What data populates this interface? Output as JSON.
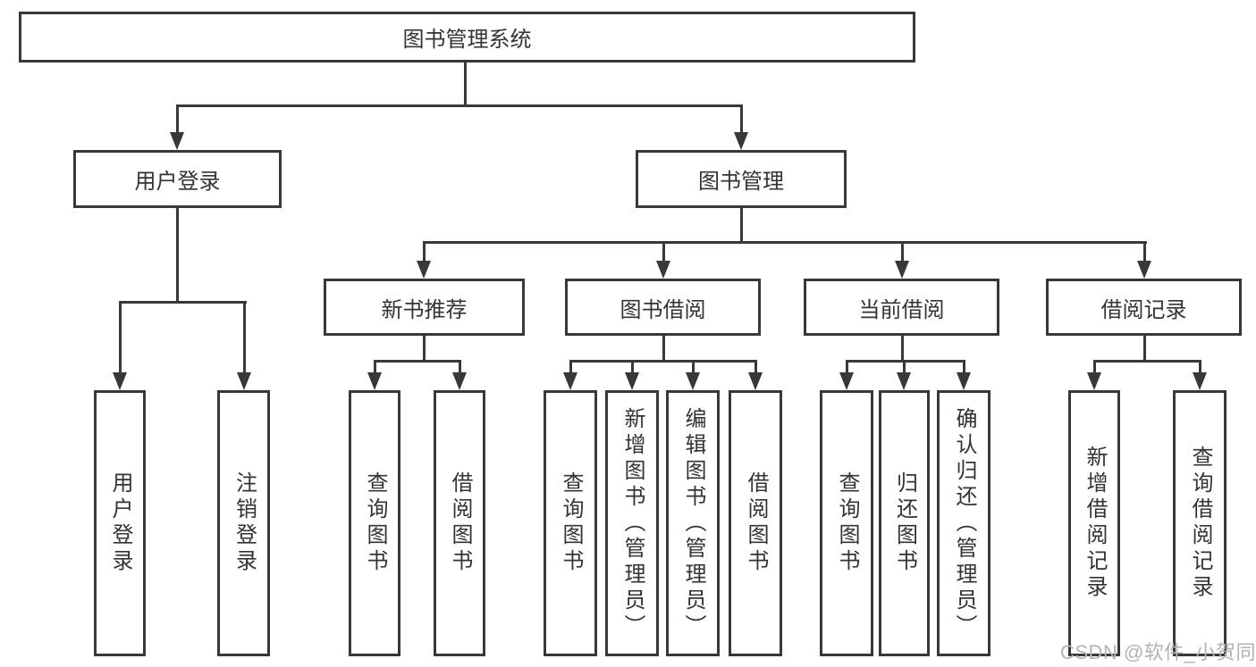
{
  "diagram": {
    "root": {
      "label": "图书管理系统"
    },
    "level2": [
      {
        "label": "用户登录"
      },
      {
        "label": "图书管理"
      }
    ],
    "level3": [
      {
        "label": "新书推荐"
      },
      {
        "label": "图书借阅"
      },
      {
        "label": "当前借阅"
      },
      {
        "label": "借阅记录"
      }
    ],
    "leaves": {
      "userLogin": [
        {
          "label": "用户登录"
        },
        {
          "label": "注销登录"
        }
      ],
      "newBooks": [
        {
          "label": "查询图书"
        },
        {
          "label": "借阅图书"
        }
      ],
      "bookBorrow": [
        {
          "label": "查询图书"
        },
        {
          "label": "新增图书（管理员）"
        },
        {
          "label": "编辑图书（管理员）"
        },
        {
          "label": "借阅图书"
        }
      ],
      "currentBorrow": [
        {
          "label": "查询图书"
        },
        {
          "label": "归还图书"
        },
        {
          "label": "确认归还（管理员）"
        }
      ],
      "borrowRecords": [
        {
          "label": "新增借阅记录"
        },
        {
          "label": "查询借阅记录"
        }
      ]
    },
    "watermark": "CSDN @软件_小贺同学",
    "colors": {
      "line": "#383838",
      "text": "#333333",
      "background": "#ffffff",
      "watermark": "#b3b3b3"
    }
  }
}
